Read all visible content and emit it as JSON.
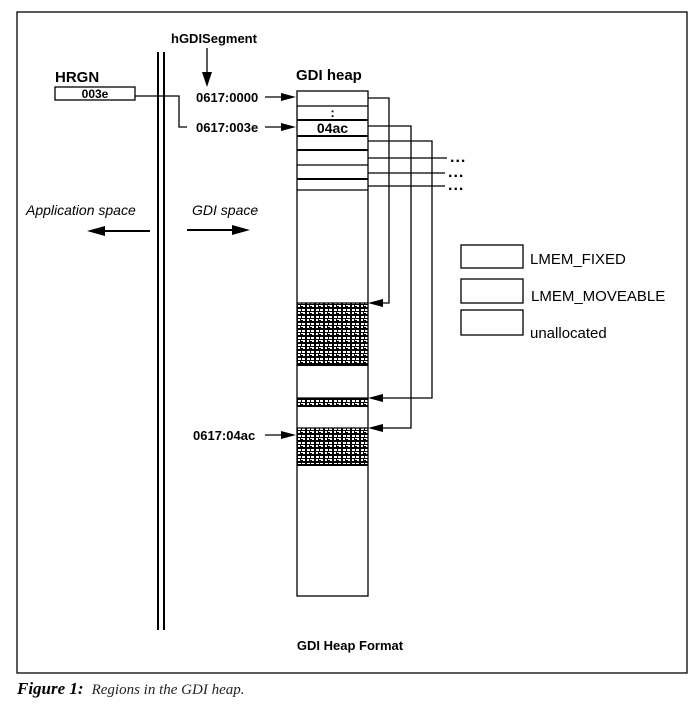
{
  "figure": {
    "title": "GDI Heap Format",
    "caption": {
      "label": "Figure 1:",
      "text": "Regions in the GDI heap."
    }
  },
  "labels": {
    "segment_handle": "hGDISegment",
    "region_handle": "HRGN",
    "region_handle_value": "003e",
    "heap_title": "GDI heap",
    "application_space": "Application space",
    "gdi_space": "GDI space"
  },
  "addresses": {
    "segment_base": "0617:0000",
    "handle_entry": "0617:003e",
    "region_data": "0617:04ac"
  },
  "heap": {
    "handle_table": [
      "",
      ":",
      "04ac",
      "",
      "",
      "",
      ""
    ],
    "regions": [
      "plain",
      "moveable",
      "plain",
      "moveable",
      "plain",
      "moveable",
      "plain"
    ],
    "continuation_marker": "..."
  },
  "legend": [
    {
      "label": "LMEM_FIXED",
      "swatch": "plain"
    },
    {
      "label": "LMEM_MOVEABLE",
      "swatch": "moveable"
    },
    {
      "label": "unallocated",
      "swatch": "plain"
    }
  ]
}
